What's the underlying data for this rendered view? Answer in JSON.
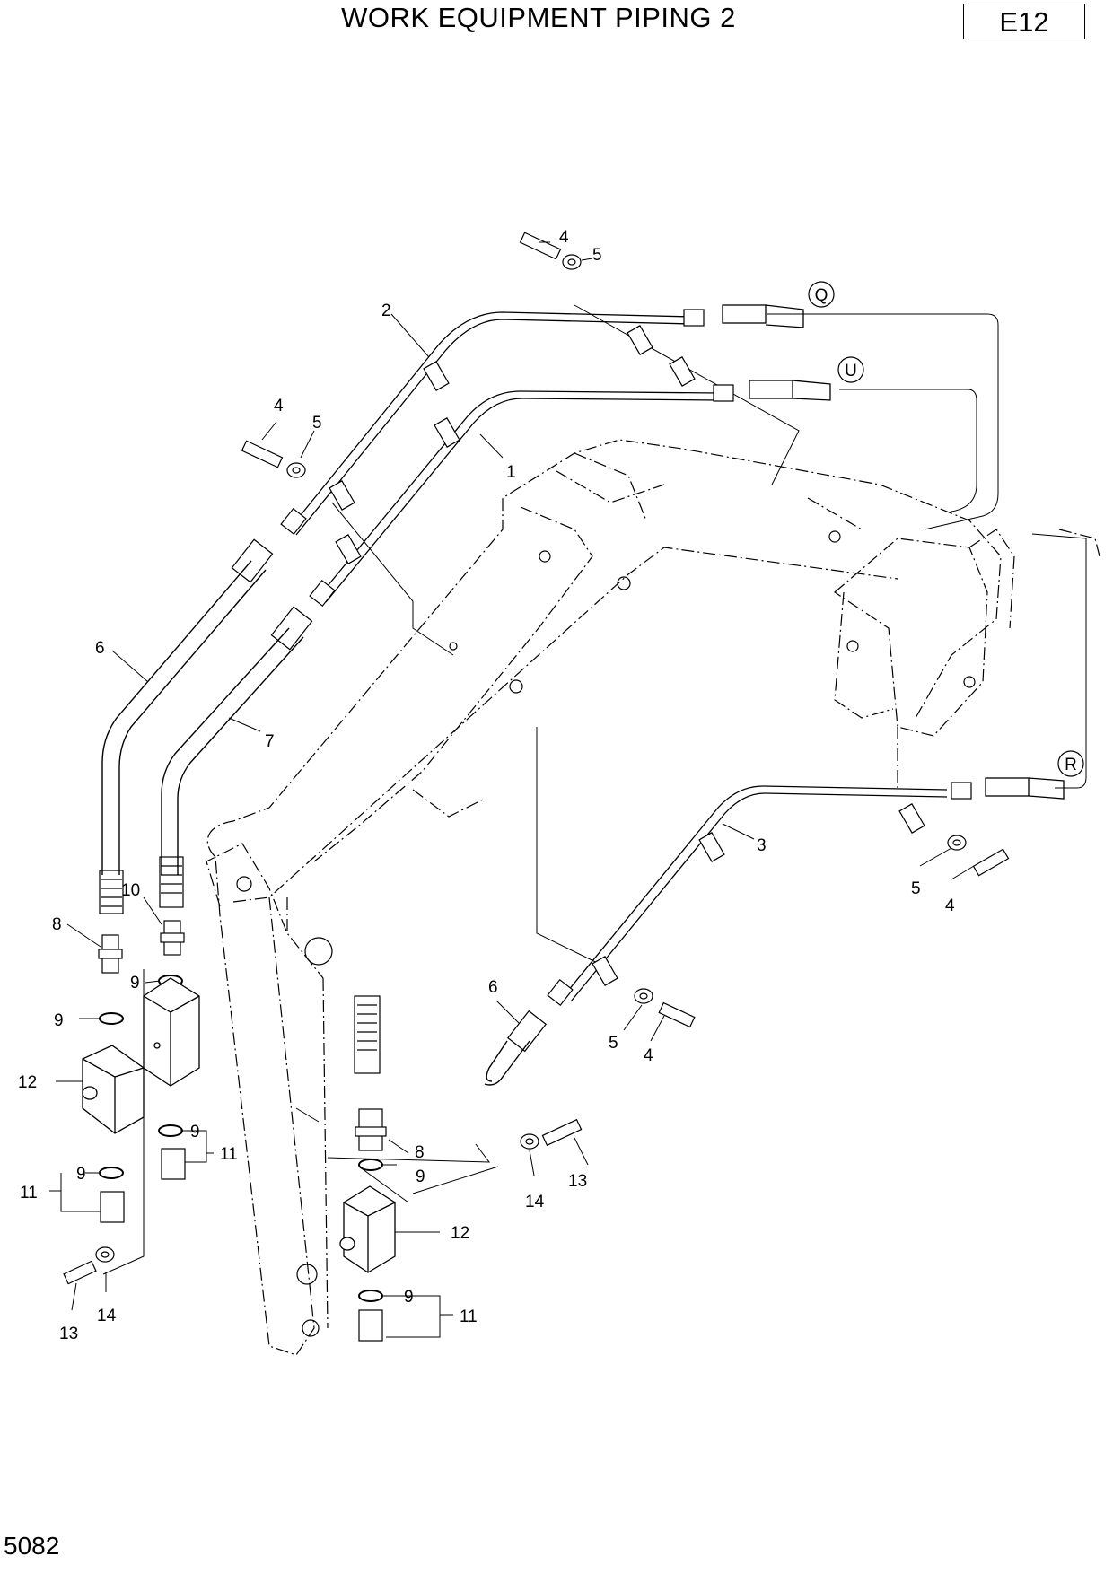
{
  "header": {
    "title": "WORK EQUIPMENT PIPING 2",
    "code": "E12"
  },
  "footer": {
    "page": "5082"
  },
  "callouts": {
    "q": "Q",
    "u": "U",
    "r": "R",
    "n1": "1",
    "n2": "2",
    "n3": "3",
    "n4": "4",
    "n5": "5",
    "n6": "6",
    "n7": "7",
    "n8": "8",
    "n9": "9",
    "n10": "10",
    "n11": "11",
    "n12": "12",
    "n13": "13",
    "n14": "14"
  }
}
